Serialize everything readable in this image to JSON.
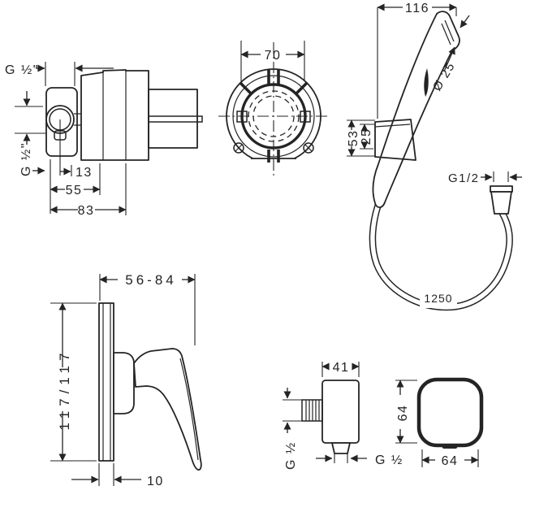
{
  "page": {
    "background": "#ffffff",
    "line_color": "#242424"
  },
  "views": {
    "concealed_valve": {
      "thread_top_label": "G ½\"",
      "thread_side_label": "G ½\"",
      "port_offset": "13",
      "depth_inner": "55",
      "depth_total": "83"
    },
    "valve_front": {
      "diameter": "70"
    },
    "hand_shower": {
      "head_width": "116",
      "spray_face_diameter": "Ø 25",
      "holder_height": "53",
      "holder_spacing": "25"
    },
    "shower_hose": {
      "connector_thread": "G1/2",
      "length": "1250"
    },
    "mixer_side": {
      "depth_range": "56-84",
      "height": "117/117",
      "plate_thickness": "10"
    },
    "wall_outlet_side": {
      "width": "41",
      "thread_side": "G ½",
      "thread_bottom": "G ½"
    },
    "wall_outlet_front": {
      "height": "64",
      "width": "64"
    }
  }
}
